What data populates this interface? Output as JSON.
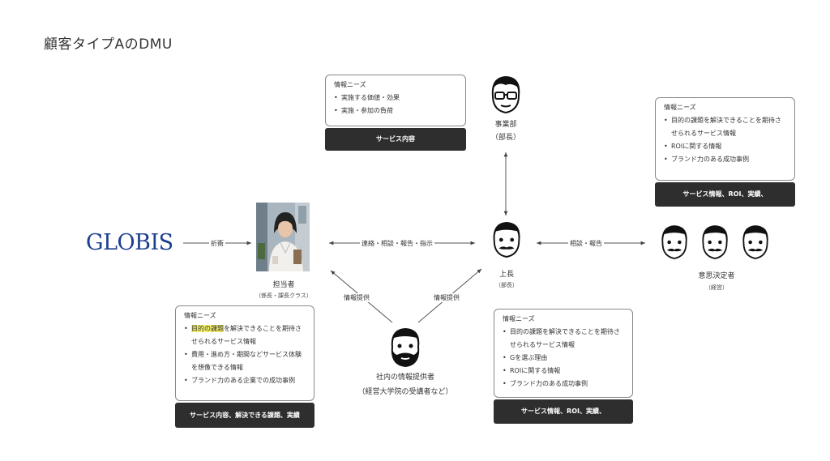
{
  "title": "顧客タイプAのDMU",
  "logo": "GLOBIS",
  "cards": {
    "service": {
      "head": "情報ニーズ",
      "items": [
        "実施する価値・効果",
        "実施・参加の負荷"
      ],
      "bar": "サービス内容"
    },
    "decision": {
      "head": "情報ニーズ",
      "items": [
        "目的の課題を解決できることを期待させられるサービス情報",
        "ROIに関する情報",
        "ブランド力のある成功事例"
      ],
      "bar": "サービス情報、ROI、実績、"
    },
    "tantou": {
      "head": "情報ニーズ",
      "items_1_hl": "目的の課題",
      "items_1_rest": "を解決できることを期待させられるサービス情報",
      "items": [
        "費用・進め方・期間などサービス体験を想像できる情報",
        "ブランド力のある企業での成功事例"
      ],
      "bar": "サービス内容、解決できる課題、実績"
    },
    "joucho": {
      "head": "情報ニーズ",
      "items": [
        "目的の課題を解決できることを期待させられるサービス情報",
        "Gを選ぶ理由",
        "ROIに関する情報",
        "ブランド力のある成功事例"
      ],
      "bar": "サービス情報、ROI、実績、"
    }
  },
  "people": {
    "jigyoubu": {
      "name": "事業部",
      "sub": "（部長）"
    },
    "tantou": {
      "name": "担当者",
      "sub": "（係長・課長クラス）"
    },
    "joucho": {
      "name": "上長",
      "sub": "（部長）"
    },
    "ishi": {
      "name": "意思決定者",
      "sub": "（経営）"
    },
    "shanai": {
      "name": "社内の情報提供者",
      "sub": "（経営大学院の受講者など）"
    }
  },
  "edges": {
    "sesshou": "折衝",
    "renraku": "連絡・相談・報告・指示",
    "soudan": "相談・報告",
    "teikyou_left": "情報提供",
    "teikyou_right": "情報提供"
  },
  "colors": {
    "logo": "#1b3f8f",
    "bar": "#2e2e2e",
    "highlight": "#f5f06a"
  }
}
